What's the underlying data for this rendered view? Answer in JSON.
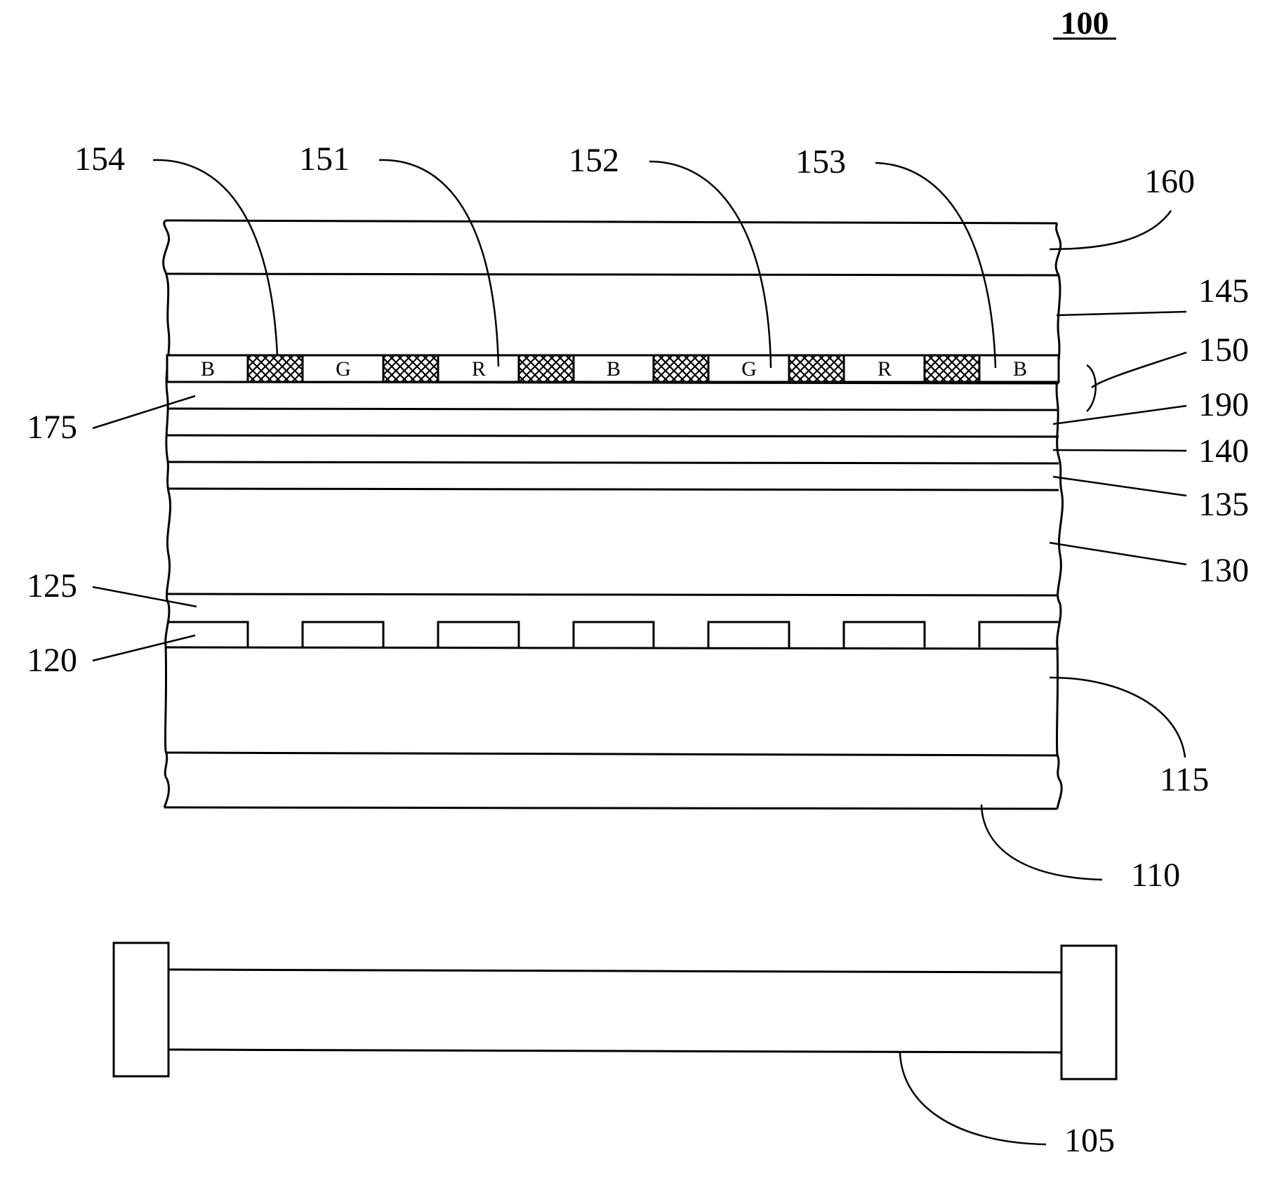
{
  "figure": {
    "number": "100"
  },
  "labels": {
    "l154": "154",
    "l151": "151",
    "l152": "152",
    "l153": "153",
    "l160": "160",
    "l145": "145",
    "l150": "150",
    "l190": "190",
    "l140": "140",
    "l135": "135",
    "l130": "130",
    "l125": "125",
    "l120": "120",
    "l175": "175",
    "l115": "115",
    "l110": "110",
    "l105": "105"
  },
  "filter_cells": [
    "B",
    "G",
    "R",
    "B",
    "G",
    "R",
    "B"
  ]
}
